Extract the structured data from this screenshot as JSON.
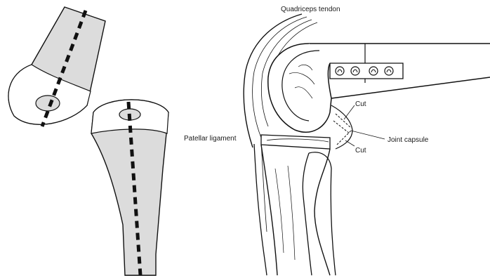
{
  "figure": {
    "labels": {
      "quadriceps_tendon": "Quadriceps tendon",
      "patellar_ligament": "Patellar ligament",
      "cut_upper": "Cut",
      "joint_capsule": "Joint capsule",
      "cut_lower": "Cut"
    },
    "colors": {
      "bone_fill": "#dcdcdc",
      "outline": "#111111",
      "background": "#ffffff"
    },
    "screw_count": 4
  }
}
